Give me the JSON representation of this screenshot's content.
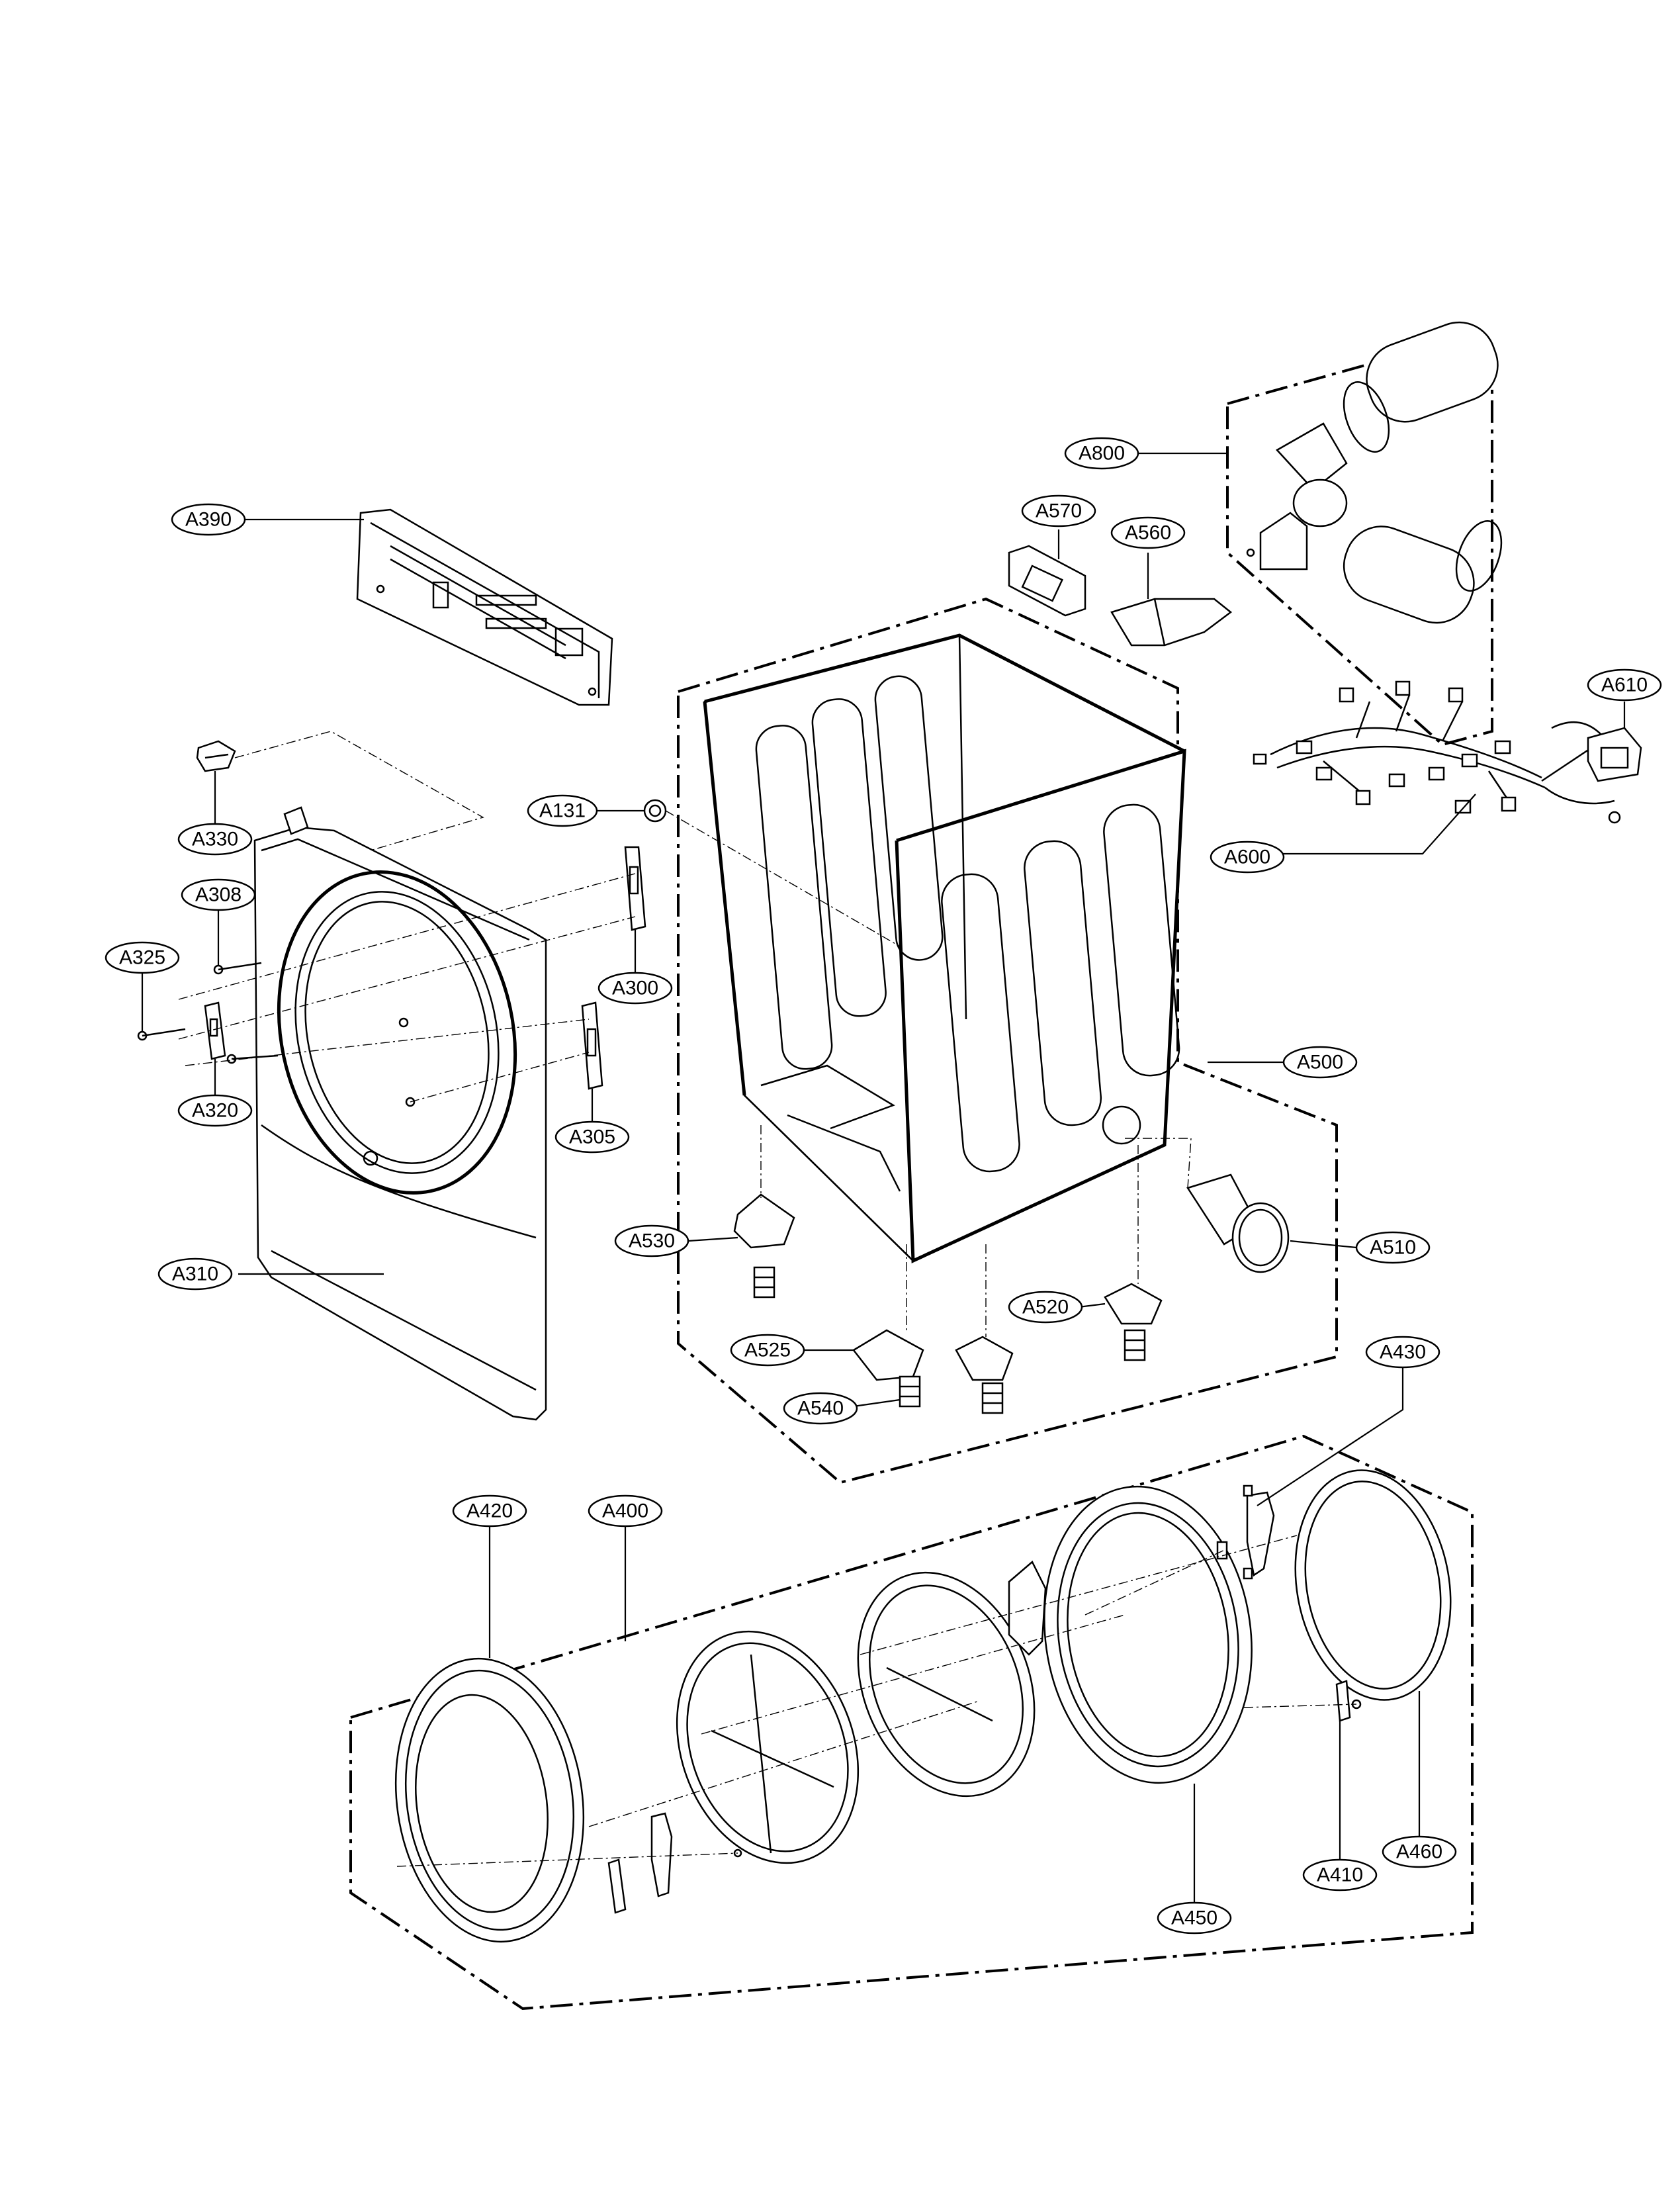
{
  "labels": {
    "A390": "A390",
    "A330": "A330",
    "A308": "A308",
    "A325": "A325",
    "A320": "A320",
    "A310": "A310",
    "A300": "A300",
    "A305": "A305",
    "A131": "A131",
    "A500": "A500",
    "A510": "A510",
    "A520": "A520",
    "A525": "A525",
    "A530": "A530",
    "A540": "A540",
    "A560": "A560",
    "A570": "A570",
    "A800": "A800",
    "A600": "A600",
    "A610": "A610",
    "A400": "A400",
    "A420": "A420",
    "A430": "A430",
    "A410": "A410",
    "A450": "A450",
    "A460": "A460"
  },
  "colors": {
    "ink": "#000000",
    "paper": "#ffffff"
  }
}
